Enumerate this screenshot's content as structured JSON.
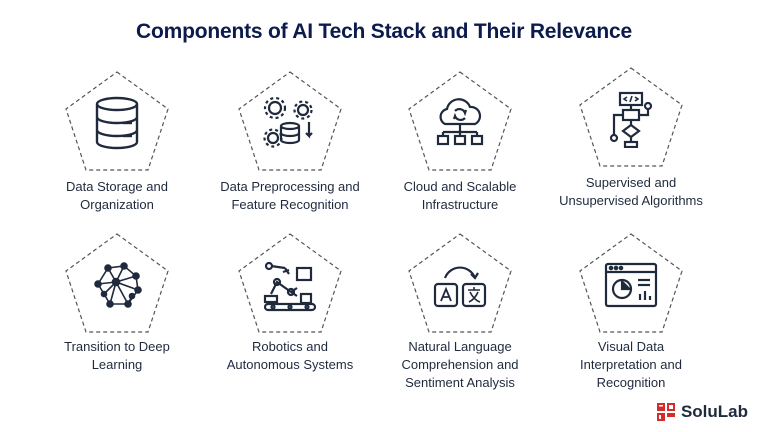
{
  "title": "Components of AI Tech Stack and Their Relevance",
  "items": [
    {
      "label": "Data Storage and\nOrganization",
      "icon": "database-icon"
    },
    {
      "label": "Data Preprocessing and\nFeature Recognition",
      "icon": "gears-database-icon"
    },
    {
      "label": "Cloud and Scalable\nInfrastructure",
      "icon": "cloud-network-icon"
    },
    {
      "label": "Supervised and\nUnsupervised Algorithms",
      "icon": "flowchart-code-icon"
    },
    {
      "label": "Transition to Deep\nLearning",
      "icon": "neural-network-icon"
    },
    {
      "label": "Robotics and\nAutonomous Systems",
      "icon": "robotic-arm-icon"
    },
    {
      "label": "Natural Language\nComprehension and\nSentiment Analysis",
      "icon": "translation-icon"
    },
    {
      "label": "Visual Data\nInterpretation and\nRecognition",
      "icon": "dashboard-chart-icon"
    }
  ],
  "logo": {
    "text": "SoluLab",
    "mark_lines": [
      "SO",
      "LU",
      "LA",
      "B"
    ],
    "color": "#d62b2b"
  },
  "colors": {
    "title": "#0d1b4c",
    "icon": "#1f2a3d",
    "dash": "#555555"
  }
}
